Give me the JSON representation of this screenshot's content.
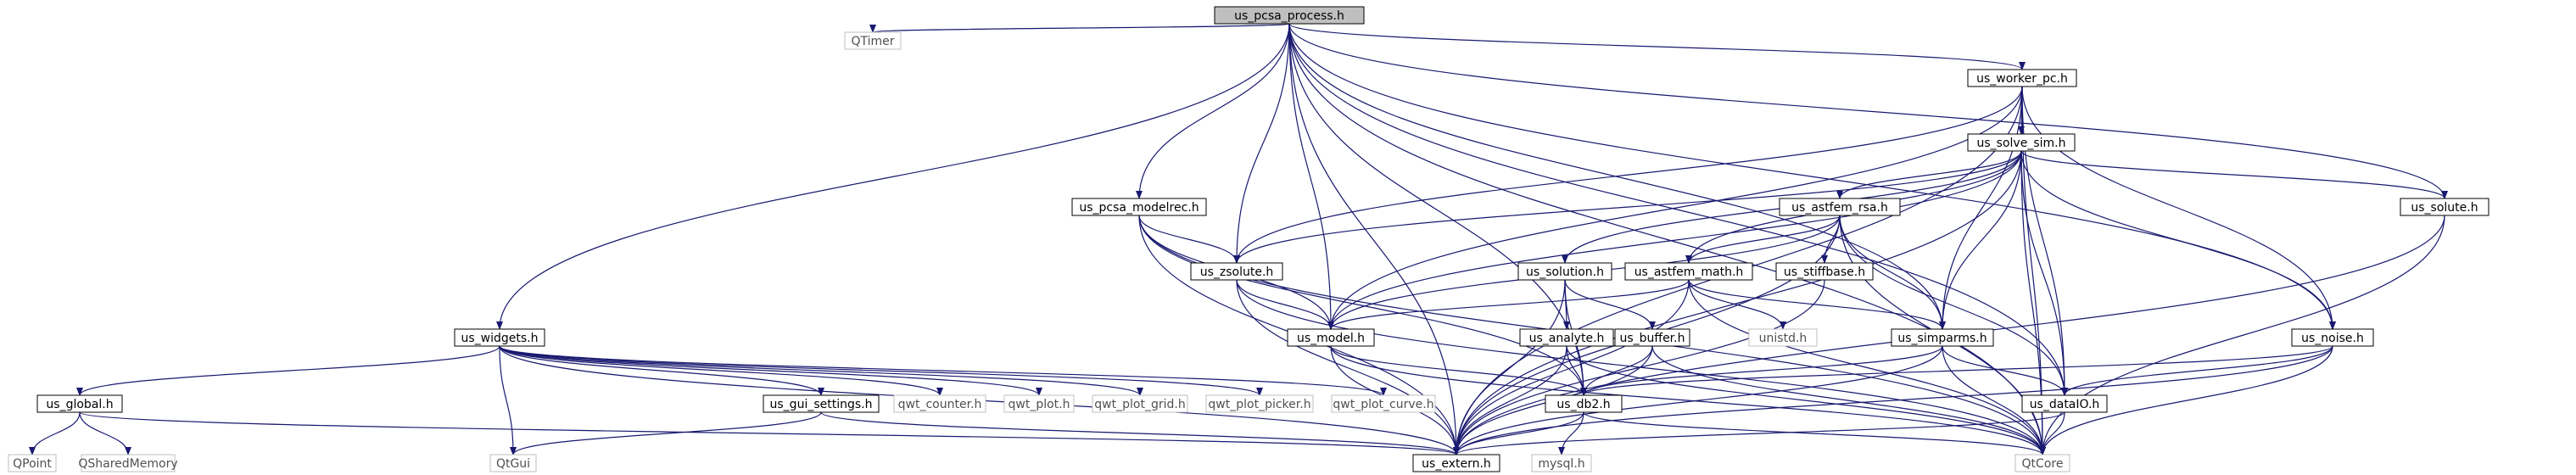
{
  "graph": {
    "nodes": [
      {
        "id": "root",
        "label": "us_pcsa_process.h",
        "style": "root"
      },
      {
        "id": "qtimer",
        "label": "QTimer",
        "style": "ext"
      },
      {
        "id": "worker",
        "label": "us_worker_pc.h",
        "style": "normal"
      },
      {
        "id": "solvesim",
        "label": "us_solve_sim.h",
        "style": "normal"
      },
      {
        "id": "modelrec",
        "label": "us_pcsa_modelrec.h",
        "style": "normal"
      },
      {
        "id": "astfemrsa",
        "label": "us_astfem_rsa.h",
        "style": "normal"
      },
      {
        "id": "solute",
        "label": "us_solute.h",
        "style": "normal"
      },
      {
        "id": "zsolute",
        "label": "us_zsolute.h",
        "style": "normal"
      },
      {
        "id": "solution",
        "label": "us_solution.h",
        "style": "normal"
      },
      {
        "id": "stiffbase",
        "label": "us_stiffbase.h",
        "style": "normal"
      },
      {
        "id": "astfemmath",
        "label": "us_astfem_math.h",
        "style": "normal"
      },
      {
        "id": "widgets",
        "label": "us_widgets.h",
        "style": "normal"
      },
      {
        "id": "analyte",
        "label": "us_analyte.h",
        "style": "normal"
      },
      {
        "id": "buffer",
        "label": "us_buffer.h",
        "style": "normal"
      },
      {
        "id": "model",
        "label": "us_model.h",
        "style": "normal"
      },
      {
        "id": "unistd",
        "label": "unistd.h",
        "style": "ext"
      },
      {
        "id": "simparms",
        "label": "us_simparms.h",
        "style": "normal"
      },
      {
        "id": "noise",
        "label": "us_noise.h",
        "style": "normal"
      },
      {
        "id": "global",
        "label": "us_global.h",
        "style": "normal"
      },
      {
        "id": "qwtcounter",
        "label": "qwt_counter.h",
        "style": "ext"
      },
      {
        "id": "qwtplot",
        "label": "qwt_plot.h",
        "style": "ext"
      },
      {
        "id": "qwtgrid",
        "label": "qwt_plot_grid.h",
        "style": "ext"
      },
      {
        "id": "qwtpicker",
        "label": "qwt_plot_picker.h",
        "style": "ext"
      },
      {
        "id": "qwtcurve",
        "label": "qwt_plot_curve.h",
        "style": "ext"
      },
      {
        "id": "guisettings",
        "label": "us_gui_settings.h",
        "style": "normal"
      },
      {
        "id": "db2",
        "label": "us_db2.h",
        "style": "normal"
      },
      {
        "id": "dataio",
        "label": "us_dataIO.h",
        "style": "normal"
      },
      {
        "id": "qpoint",
        "label": "QPoint",
        "style": "ext"
      },
      {
        "id": "qshared",
        "label": "QSharedMemory",
        "style": "ext"
      },
      {
        "id": "qtgui",
        "label": "QtGui",
        "style": "ext"
      },
      {
        "id": "extern",
        "label": "us_extern.h",
        "style": "normal"
      },
      {
        "id": "mysql",
        "label": "mysql.h",
        "style": "ext"
      },
      {
        "id": "qtcore",
        "label": "QtCore",
        "style": "ext"
      }
    ],
    "edges": [
      [
        "root",
        "qtimer"
      ],
      [
        "root",
        "worker"
      ],
      [
        "root",
        "noise"
      ],
      [
        "root",
        "solute"
      ],
      [
        "root",
        "qtcore"
      ],
      [
        "root",
        "dataio"
      ],
      [
        "root",
        "widgets"
      ],
      [
        "root",
        "modelrec"
      ],
      [
        "root",
        "zsolute"
      ],
      [
        "root",
        "model"
      ],
      [
        "root",
        "simparms"
      ],
      [
        "root",
        "db2"
      ],
      [
        "root",
        "extern"
      ],
      [
        "worker",
        "solvesim"
      ],
      [
        "worker",
        "zsolute"
      ],
      [
        "worker",
        "model"
      ],
      [
        "worker",
        "extern"
      ],
      [
        "worker",
        "dataio"
      ],
      [
        "worker",
        "noise"
      ],
      [
        "worker",
        "simparms"
      ],
      [
        "worker",
        "qtcore"
      ],
      [
        "solvesim",
        "astfemrsa"
      ],
      [
        "solvesim",
        "solute"
      ],
      [
        "solvesim",
        "zsolute"
      ],
      [
        "solvesim",
        "model"
      ],
      [
        "solvesim",
        "solution"
      ],
      [
        "solvesim",
        "astfemmath"
      ],
      [
        "solvesim",
        "simparms"
      ],
      [
        "solvesim",
        "noise"
      ],
      [
        "solvesim",
        "dataio"
      ],
      [
        "solvesim",
        "extern"
      ],
      [
        "solvesim",
        "qtcore"
      ],
      [
        "modelrec",
        "zsolute"
      ],
      [
        "modelrec",
        "model"
      ],
      [
        "modelrec",
        "db2"
      ],
      [
        "modelrec",
        "extern"
      ],
      [
        "modelrec",
        "qtcore"
      ],
      [
        "astfemrsa",
        "stiffbase"
      ],
      [
        "astfemrsa",
        "astfemmath"
      ],
      [
        "astfemrsa",
        "model"
      ],
      [
        "astfemrsa",
        "simparms"
      ],
      [
        "astfemrsa",
        "dataio"
      ],
      [
        "astfemrsa",
        "extern"
      ],
      [
        "astfemrsa",
        "qtcore"
      ],
      [
        "solute",
        "extern"
      ],
      [
        "solute",
        "qtcore"
      ],
      [
        "zsolute",
        "model"
      ],
      [
        "zsolute",
        "extern"
      ],
      [
        "zsolute",
        "qtcore"
      ],
      [
        "solution",
        "analyte"
      ],
      [
        "solution",
        "buffer"
      ],
      [
        "solution",
        "db2"
      ],
      [
        "solution",
        "extern"
      ],
      [
        "stiffbase",
        "extern"
      ],
      [
        "astfemmath",
        "model"
      ],
      [
        "astfemmath",
        "simparms"
      ],
      [
        "astfemmath",
        "unistd"
      ],
      [
        "astfemmath",
        "extern"
      ],
      [
        "astfemmath",
        "qtcore"
      ],
      [
        "widgets",
        "global"
      ],
      [
        "widgets",
        "qwtcounter"
      ],
      [
        "widgets",
        "qwtplot"
      ],
      [
        "widgets",
        "qwtgrid"
      ],
      [
        "widgets",
        "qwtpicker"
      ],
      [
        "widgets",
        "qwtcurve"
      ],
      [
        "widgets",
        "guisettings"
      ],
      [
        "widgets",
        "qtgui"
      ],
      [
        "widgets",
        "extern"
      ],
      [
        "analyte",
        "db2"
      ],
      [
        "analyte",
        "extern"
      ],
      [
        "analyte",
        "qtcore"
      ],
      [
        "buffer",
        "db2"
      ],
      [
        "buffer",
        "extern"
      ],
      [
        "buffer",
        "qtcore"
      ],
      [
        "model",
        "db2"
      ],
      [
        "model",
        "extern"
      ],
      [
        "model",
        "qtcore"
      ],
      [
        "simparms",
        "db2"
      ],
      [
        "simparms",
        "dataio"
      ],
      [
        "simparms",
        "extern"
      ],
      [
        "simparms",
        "qtcore"
      ],
      [
        "noise",
        "db2"
      ],
      [
        "noise",
        "dataio"
      ],
      [
        "noise",
        "extern"
      ],
      [
        "noise",
        "qtcore"
      ],
      [
        "global",
        "qpoint"
      ],
      [
        "global",
        "qshared"
      ],
      [
        "global",
        "extern"
      ],
      [
        "guisettings",
        "qtgui"
      ],
      [
        "guisettings",
        "extern"
      ],
      [
        "db2",
        "extern"
      ],
      [
        "db2",
        "mysql"
      ],
      [
        "db2",
        "qtcore"
      ],
      [
        "dataio",
        "extern"
      ],
      [
        "dataio",
        "qtcore"
      ]
    ]
  }
}
